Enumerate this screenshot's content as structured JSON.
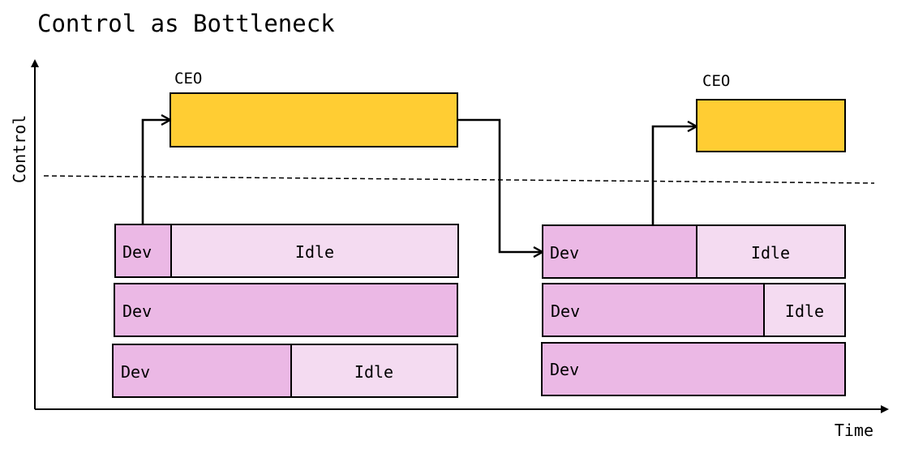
{
  "title": "Control as Bottleneck",
  "axes": {
    "x_label": "Time",
    "y_label": "Control"
  },
  "colors": {
    "ceo": "#ffcd33",
    "dev": "#ebb8e5",
    "idle": "#f4dbf1",
    "stroke": "#000000"
  },
  "phases": [
    {
      "ceo_label": "CEO",
      "ceo_bar": "",
      "rows": [
        {
          "segments": [
            {
              "label": "Dev",
              "kind": "dev"
            },
            {
              "label": "Idle",
              "kind": "idle"
            }
          ]
        },
        {
          "segments": [
            {
              "label": "Dev",
              "kind": "dev"
            }
          ]
        },
        {
          "segments": [
            {
              "label": "Dev",
              "kind": "dev"
            },
            {
              "label": "Idle",
              "kind": "idle"
            }
          ]
        }
      ]
    },
    {
      "ceo_label": "CEO",
      "ceo_bar": "",
      "rows": [
        {
          "segments": [
            {
              "label": "Dev",
              "kind": "dev"
            },
            {
              "label": "Idle",
              "kind": "idle"
            }
          ]
        },
        {
          "segments": [
            {
              "label": "Dev",
              "kind": "dev"
            },
            {
              "label": "Idle",
              "kind": "idle"
            }
          ]
        },
        {
          "segments": [
            {
              "label": "Dev",
              "kind": "dev"
            }
          ]
        }
      ]
    }
  ]
}
